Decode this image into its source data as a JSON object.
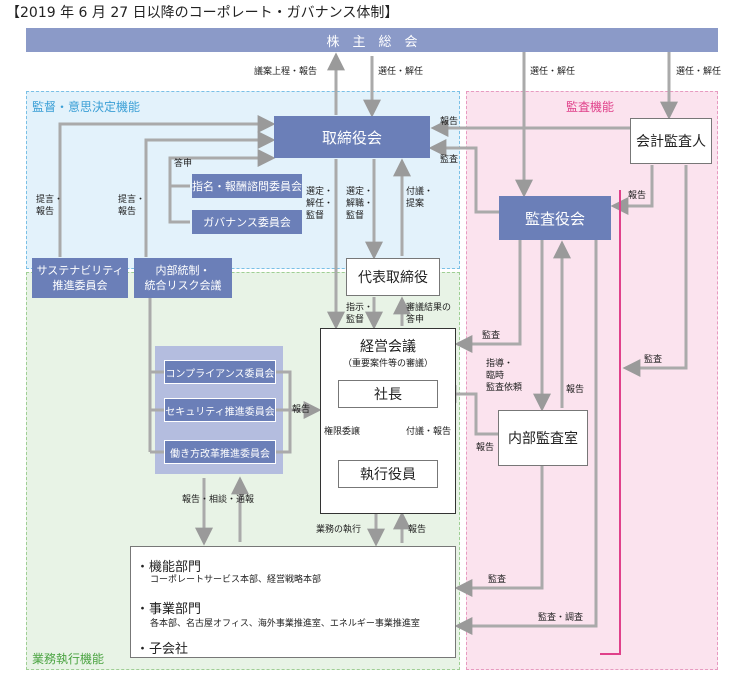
{
  "title": "【2019 年 6 月 27 日以降のコーポレート・ガバナンス体制】",
  "regions": {
    "supervision": "監督・意思決定機能",
    "audit": "監査機能",
    "execution": "業務執行機能"
  },
  "nodes": {
    "shareholders": "株　主　総　会",
    "board": "取締役会",
    "nomination": "指名・報酬諮問委員会",
    "governance_committee": "ガバナンス委員会",
    "auditors_board": "監査役会",
    "accounting_auditor": "会計監査人",
    "sustainability": "サステナビリティ\n推進委員会",
    "internal_control": "内部統制・\n統合リスク会議",
    "representative": "代表取締役",
    "mgmt_meeting": "経営会議",
    "mgmt_meeting_note": "（重要案件等の審議）",
    "president": "社長",
    "executive_officers": "執行役員",
    "internal_audit": "内部監査室",
    "compliance": "コンプライアンス委員会",
    "security": "セキュリティ推進委員会",
    "workstyle": "働き方改革推進委員会"
  },
  "departments": {
    "functional": "・機能部門",
    "functional_detail": "コーポレートサービス本部、経営戦略本部",
    "business": "・事業部門",
    "business_detail": "各本部、名古屋オフィス、海外事業推進室、エネルギー事業推進室",
    "subsidiaries": "・子会社"
  },
  "labels": {
    "agenda_report": "議案上程・報告",
    "appoint_dismiss_1": "選任・解任",
    "appoint_dismiss_2": "選任・解任",
    "appoint_dismiss_3": "選任・解任",
    "report_auditor_board": "報告",
    "audit_board": "監査",
    "report_acc": "報告",
    "proposal_report_1": "提言・\n報告",
    "proposal_report_2": "提言・\n報告",
    "report_to_board_cmt": "答申",
    "select_dismiss_supervise": "選定・\n解任・\n監督",
    "select_dismiss2": "選定・\n解職・\n監督",
    "deliberation_proposal": "付議・\n提案",
    "instruction": "指示・\n監督",
    "deliberation_result": "審議結果の\n答申",
    "audit_mgmt": "監査",
    "audit_acc_internal": "監査",
    "guidance": "指導・\n臨時\n監査依頼",
    "report_internal": "報告",
    "report_internal2": "報告",
    "report_committees": "報告",
    "authority": "権限委譲",
    "deliberation_report": "付議・報告",
    "report_contact": "報告・相談・通報",
    "business_execution": "業務の執行",
    "report_dept": "報告",
    "audit_dept": "監査",
    "audit_investigation": "監査・調査"
  },
  "colors": {
    "box": "#6b7fb8",
    "region_blue": "#e3f2fb",
    "region_pink": "#fbe3ee",
    "region_green": "#e8f3e6",
    "committee_bg": "#b4bddf",
    "pink_line": "#e0408a",
    "arrow": "#aaaaaa"
  }
}
